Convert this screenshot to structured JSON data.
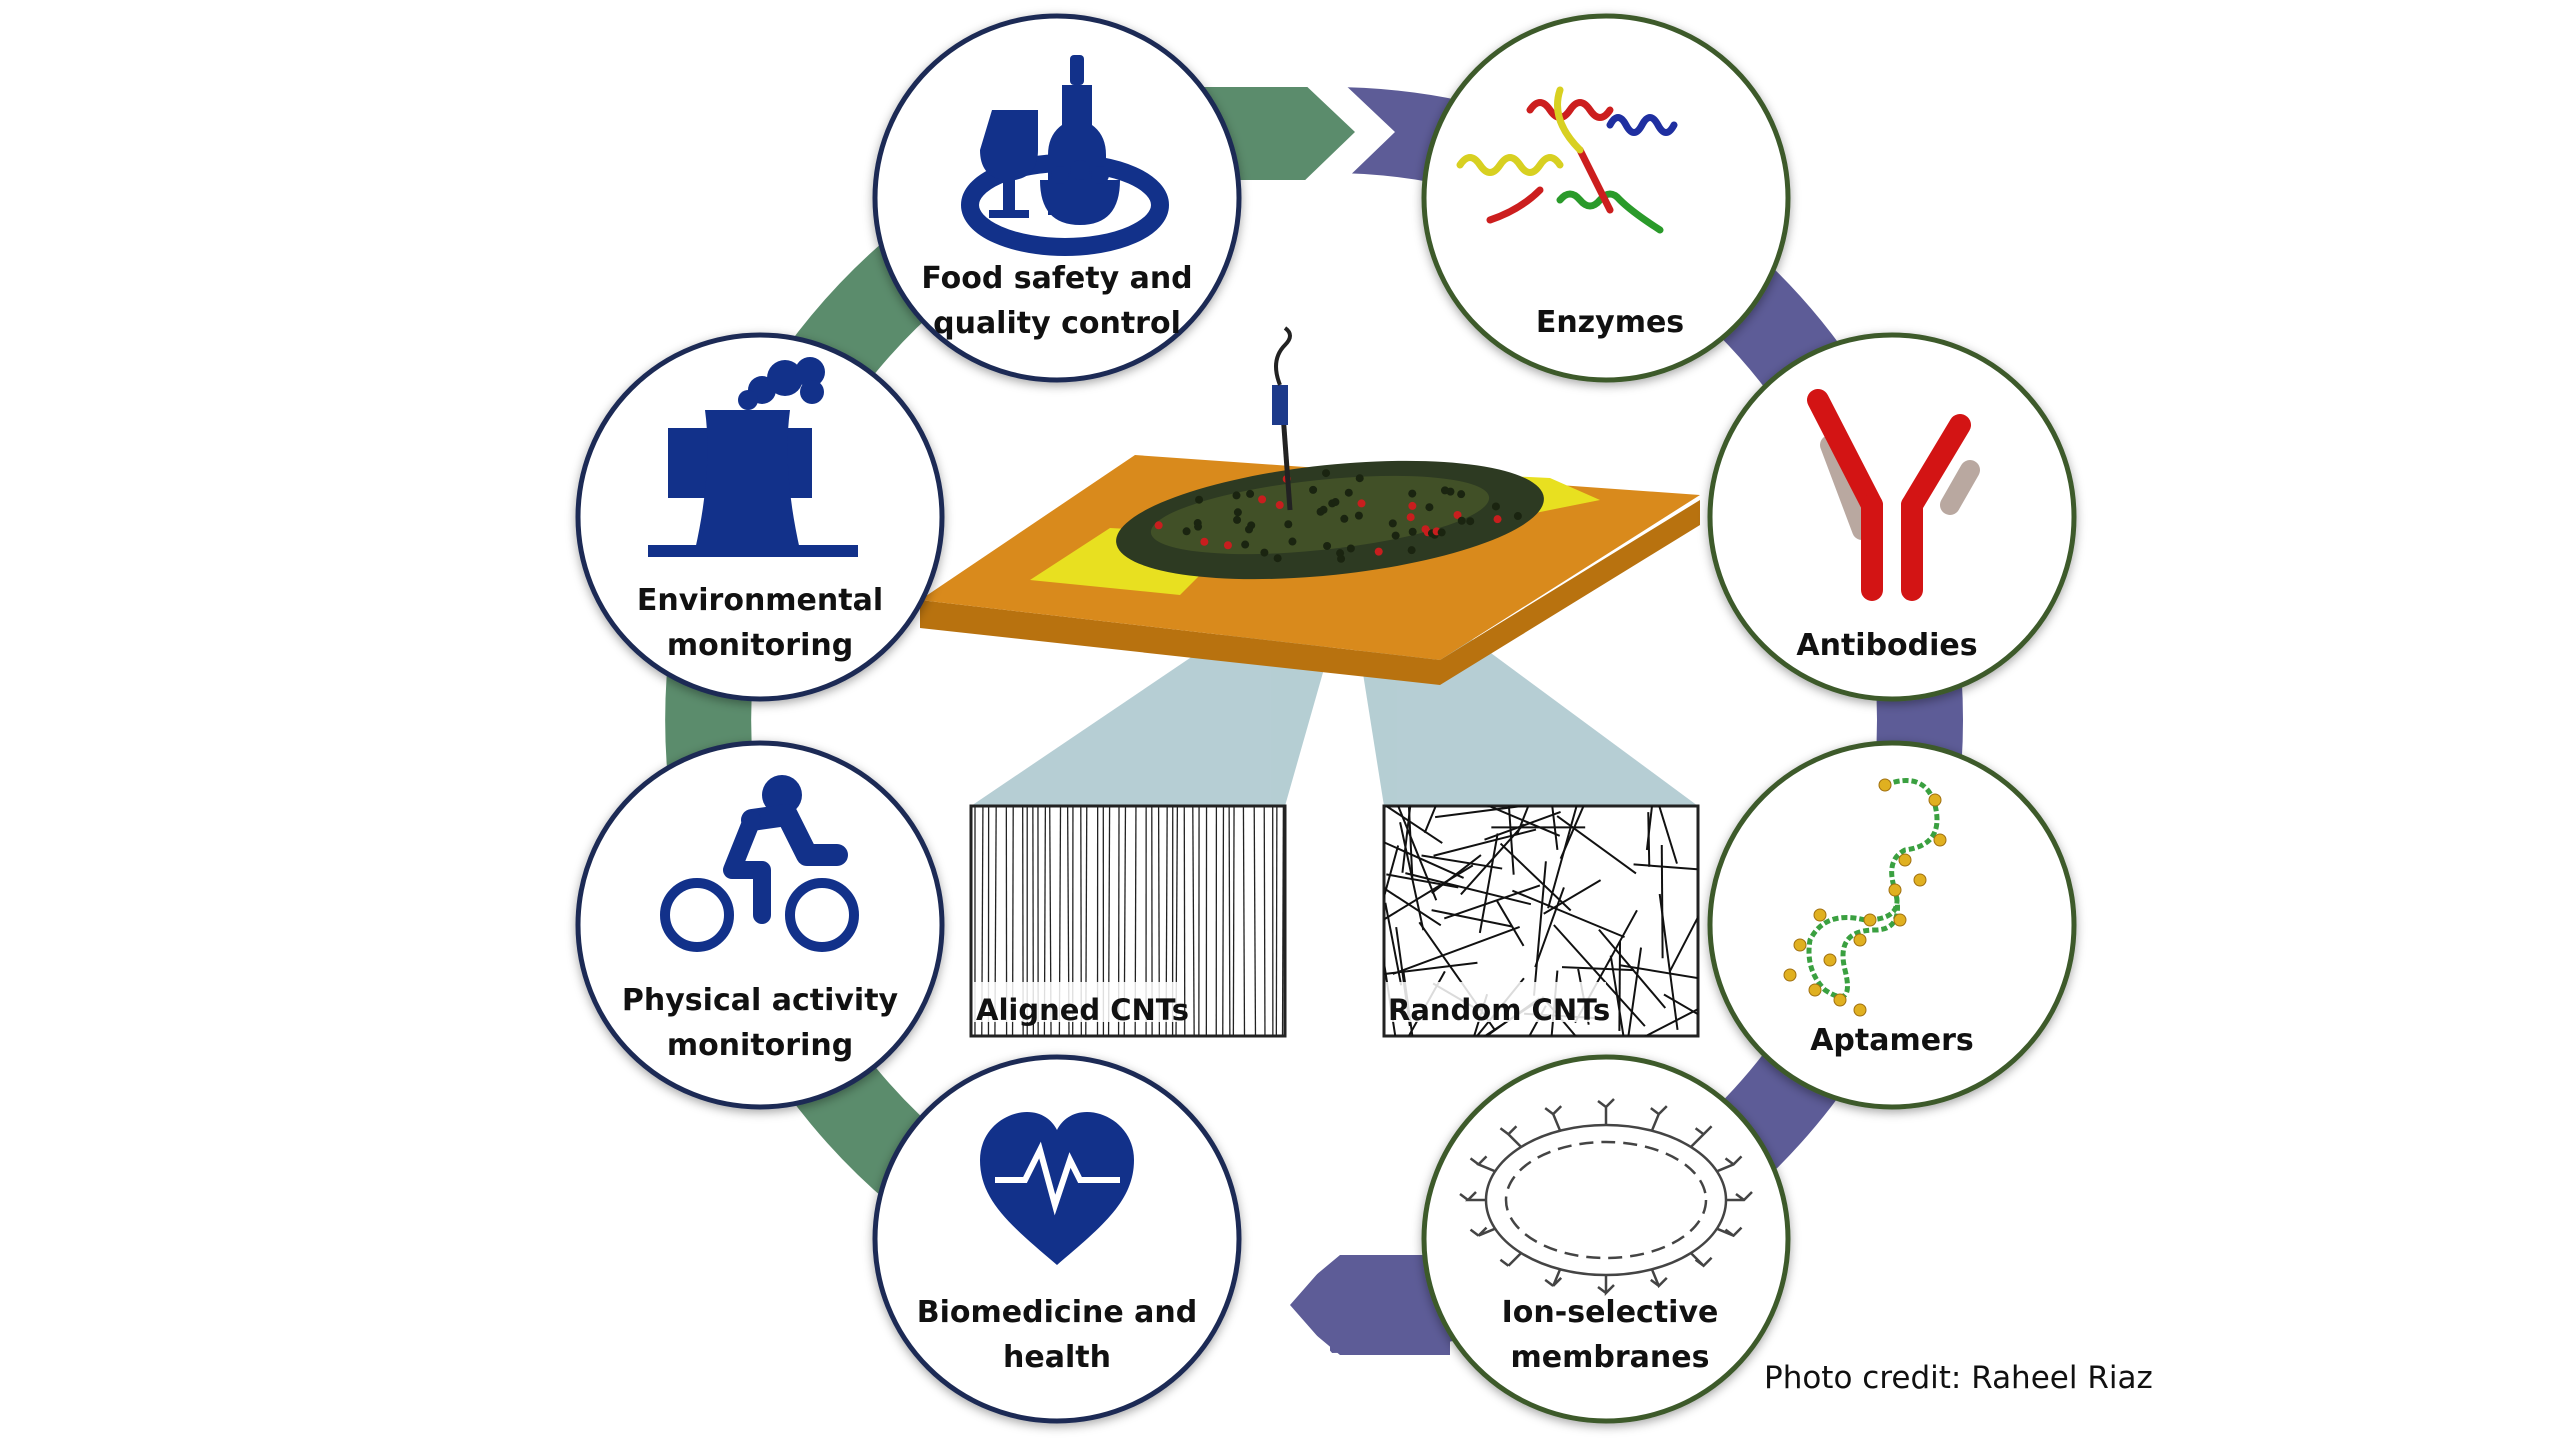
{
  "colors": {
    "ring_left": "#5b8c6c",
    "ring_right": "#5d5c97",
    "icon_navy": "#12318a",
    "circle_border_left": "#1d2b55",
    "circle_border_right": "#3d5a2c",
    "slab": "#d98a1c",
    "electrode": "#e8e020",
    "beam": "#a9c6cc"
  },
  "applications": [
    {
      "id": "food",
      "line1": "Food safety and",
      "line2": "quality control",
      "icon": "wine-bottle-food-icon"
    },
    {
      "id": "environmental",
      "line1": "Environmental",
      "line2": "monitoring",
      "icon": "factory-smoke-icon"
    },
    {
      "id": "physical",
      "line1": "Physical activity",
      "line2": "monitoring",
      "icon": "cyclist-icon"
    },
    {
      "id": "biomedicine",
      "line1": "Biomedicine and",
      "line2": "health",
      "icon": "heart-pulse-icon"
    }
  ],
  "recognition": [
    {
      "id": "enzymes",
      "line1": "Enzymes",
      "icon": "protein-helix-icon"
    },
    {
      "id": "antibodies",
      "line1": "Antibodies",
      "icon": "antibody-icon"
    },
    {
      "id": "aptamers",
      "line1": "Aptamers",
      "icon": "aptamer-strand-icon"
    },
    {
      "id": "ion",
      "line1": "Ion-selective",
      "line2": "membranes",
      "icon": "molecule-ring-icon"
    }
  ],
  "panels": {
    "aligned": "Aligned CNTs",
    "random": "Random CNTs"
  },
  "credit": "Photo credit: Raheel Riaz"
}
